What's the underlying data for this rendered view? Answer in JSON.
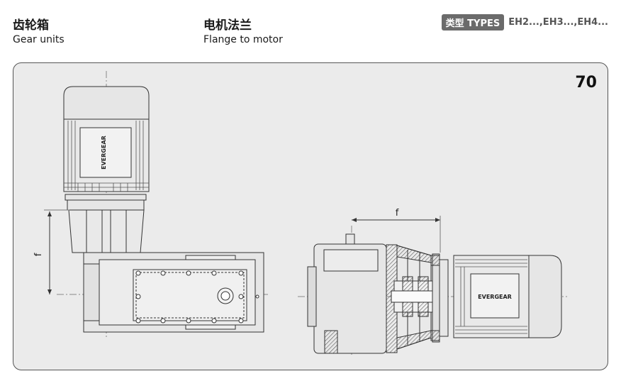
{
  "header": {
    "left_zh": "齿轮箱",
    "left_en": "Gear units",
    "mid_zh": "电机法兰",
    "mid_en": "Flange to motor",
    "types_label": "类型 TYPES",
    "types_value": "EH2...,EH3...,EH4..."
  },
  "panel": {
    "size_number": "70"
  },
  "drawing": {
    "brand": "EVERGEAR",
    "dimension_label": "f"
  }
}
